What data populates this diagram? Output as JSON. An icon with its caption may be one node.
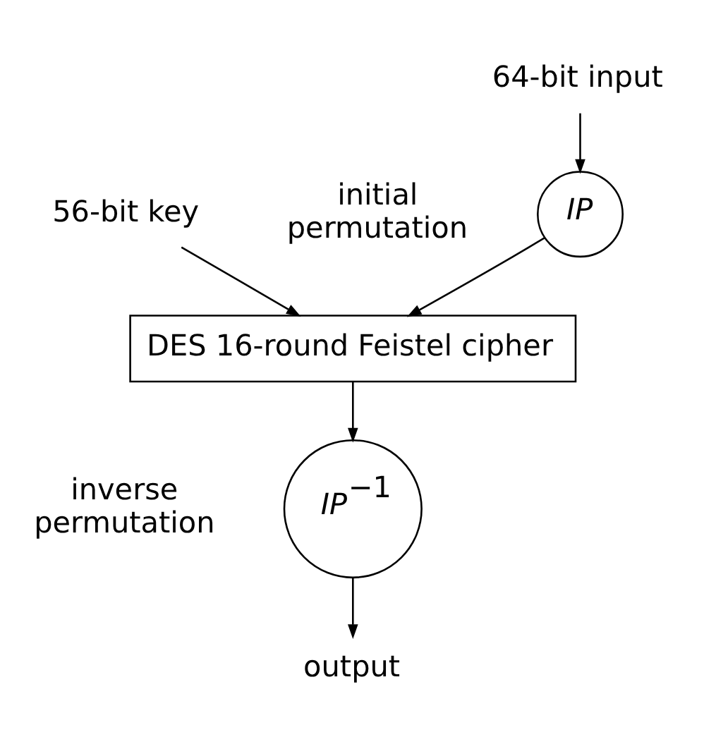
{
  "diagram": {
    "nodes": [
      {
        "text": [
          "64-bit input"
        ]
      },
      {
        "text": [
          "IP"
        ],
        "beside": [
          "initial permutation"
        ]
      },
      {
        "text": [
          "56-bit key"
        ]
      },
      {
        "text": [
          "DES 16-round Feistel cipher"
        ]
      },
      {
        "text": [
          "IP$^{−1}$"
        ],
        "beside": [
          "inverse permutation"
        ]
      },
      {
        "text": [
          "output"
        ]
      }
    ],
    "edges": [
      {
        "from": 0,
        "to": 1,
        "arrow": "to"
      },
      {
        "from": 1,
        "to": 3,
        "arrow": "to"
      },
      {
        "from": 2,
        "to": 3,
        "arrow": "to"
      },
      {
        "from": 3,
        "to": 4,
        "arrow": "to"
      },
      {
        "from": 4,
        "to": 5,
        "arrow": "to"
      }
    ]
  }
}
